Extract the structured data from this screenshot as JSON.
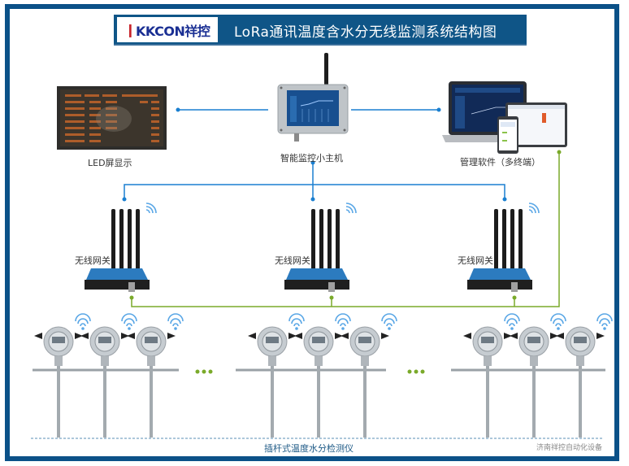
{
  "header": {
    "logo_mark": "❙",
    "logo_text": "KKCON祥控",
    "title": "LoRa通讯温度含水分无线监测系统结构图"
  },
  "nodes": {
    "led_display": {
      "label": "LED屏显示",
      "icon": "led-screen-icon"
    },
    "host": {
      "label": "智能监控小主机",
      "icon": "monitor-host-icon"
    },
    "software": {
      "label": "管理软件（多终端）",
      "icon": "software-devices-icon"
    },
    "gateways": [
      {
        "label": "无线网关",
        "icon": "gateway-icon"
      },
      {
        "label": "无线网关",
        "icon": "gateway-icon"
      },
      {
        "label": "无线网关",
        "icon": "gateway-icon"
      }
    ],
    "sensor_groups": [
      {
        "count": 3,
        "ellipsis": "•••"
      },
      {
        "count": 3,
        "ellipsis": "•••"
      },
      {
        "count": 3
      }
    ]
  },
  "footer": {
    "sensor_label": "插杆式温度水分检测仪",
    "brand": "济南祥控自动化设备"
  },
  "colors": {
    "frame": "#0b5188",
    "title_bg": "#0f5587",
    "link_blue": "#1a7fd0",
    "link_green": "#7aaa2a",
    "logo_red": "#c8242b",
    "logo_blue": "#1a2f93"
  }
}
